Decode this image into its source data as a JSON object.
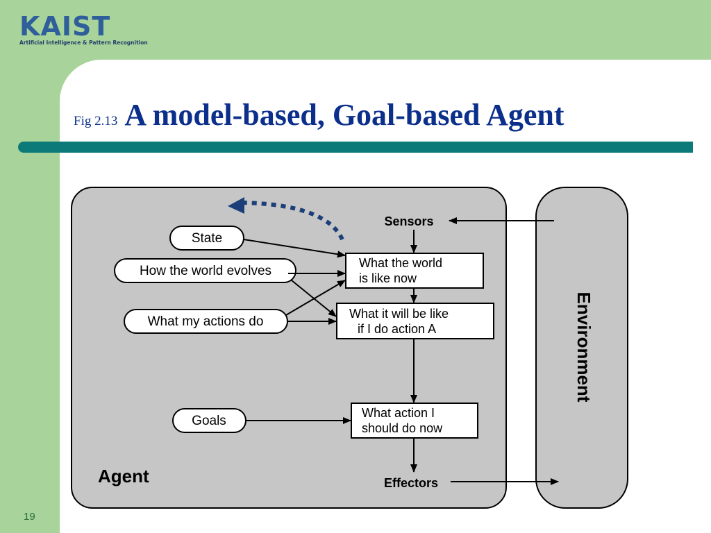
{
  "logo": {
    "word": "KAIST",
    "tagline": "Artificial Intelligence & Pattern Recognition"
  },
  "title": {
    "fig_label": "Fig 2.13",
    "text": "A model-based, Goal-based Agent"
  },
  "page_number": "19",
  "diagram": {
    "agent_label": "Agent",
    "environment_label": "Environment",
    "sensors_label": "Sensors",
    "effectors_label": "Effectors",
    "inputs": {
      "state": "State",
      "how_world_evolves": "How the world evolves",
      "what_actions_do": "What my actions do",
      "goals": "Goals"
    },
    "boxes": {
      "world_now": [
        "What the world",
        "is like now"
      ],
      "world_if_action": [
        "What it will be like",
        "if I do action A"
      ],
      "action_now": [
        "What action I",
        "should do now"
      ]
    },
    "colors": {
      "agent_fill": "#c6c6c6",
      "environment_fill": "#c6c6c6",
      "feedback_arrow": "#1c3f7a",
      "title": "#0b2f8a",
      "title_bar": "#0c7a78",
      "background": "#a8d39a"
    }
  }
}
